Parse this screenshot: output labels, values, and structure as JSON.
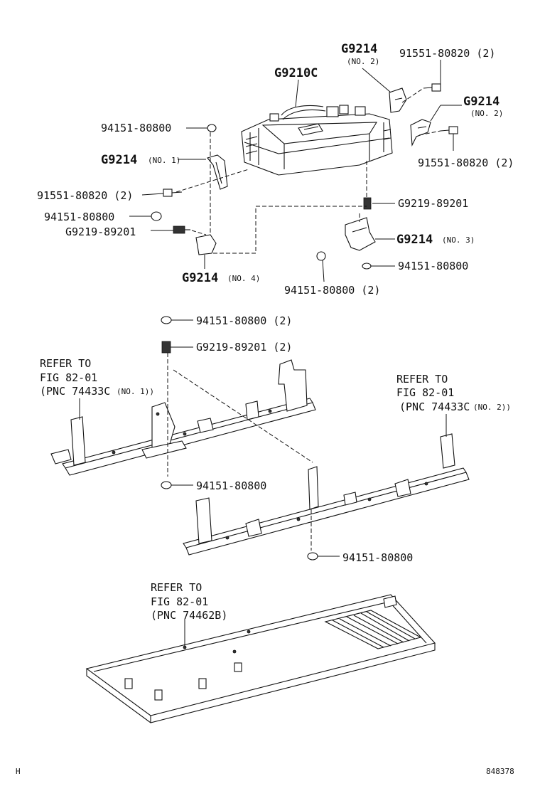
{
  "labels": {
    "g9214_top": "G9214",
    "g9214_top_note": "(NO. 2)",
    "bolt_top": "91551-80820 (2)",
    "g9210c": "G9210C",
    "g9214_right": "G9214",
    "g9214_right_note": "(NO. 2)",
    "nut_left_top": "94151-80800",
    "g9214_no1": "G9214",
    "g9214_no1_note": "(NO. 1)",
    "bolt_right": "91551-80820 (2)",
    "bolt_left": "91551-80820 (2)",
    "g9219_right": "G9219-89201",
    "nut_left_mid": "94151-80800",
    "g9219_left": "G9219-89201",
    "g9214_no3": "G9214",
    "g9214_no3_note": "(NO. 3)",
    "nut_right_mid": "94151-80800",
    "g9214_no4": "G9214",
    "g9214_no4_note": "(NO. 4)",
    "nut_center_2": "94151-80800 (2)",
    "nut_frame_2": "94151-80800 (2)",
    "stud_frame_2": "G9219-89201 (2)",
    "refer_left_1": "REFER TO",
    "refer_left_2": "FIG 82-01",
    "refer_left_3": "(PNC 74433C",
    "refer_left_note": "(NO. 1))",
    "refer_right_1": "REFER TO",
    "refer_right_2": "FIG 82-01",
    "refer_right_3": "(PNC 74433C",
    "refer_right_note": "(NO. 2))",
    "nut_frame_mid": "94151-80800",
    "nut_frame_low": "94151-80800",
    "refer_bottom_1": "REFER TO",
    "refer_bottom_2": "FIG 82-01",
    "refer_bottom_3": "(PNC 74462B)",
    "corner_left": "H",
    "corner_right": "848378"
  }
}
